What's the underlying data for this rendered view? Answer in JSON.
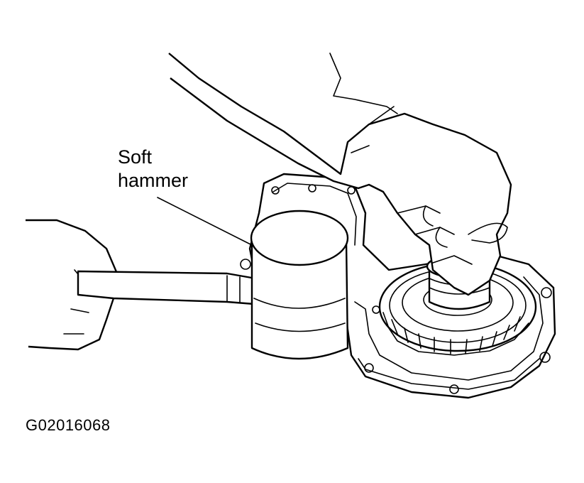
{
  "callout": {
    "line1": "Soft",
    "line2": "hammer"
  },
  "figure_id": "G02016068"
}
